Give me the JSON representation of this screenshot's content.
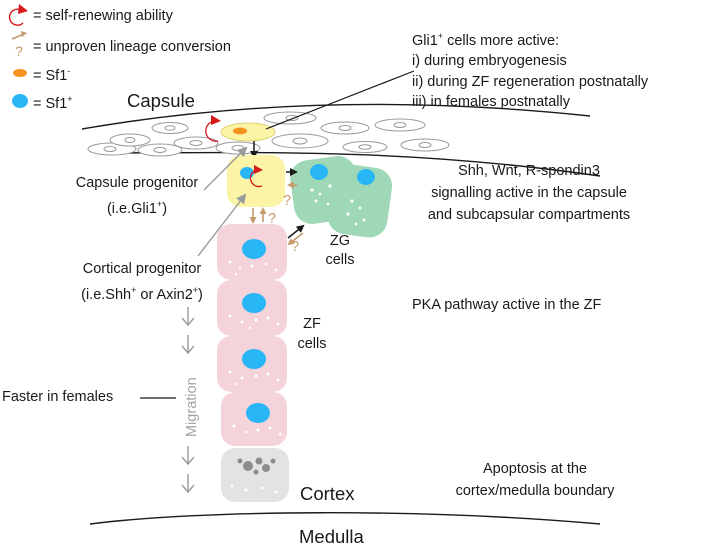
{
  "legend": {
    "self_renewing": "= self-renewing ability",
    "lineage": "= unproven lineage conversion",
    "sf1_neg": "= Sf1",
    "sf1_neg_sup": "-",
    "sf1_pos": "= Sf1",
    "sf1_pos_sup": "+"
  },
  "gli1_note": {
    "line1_pre": "Gli1",
    "line1_sup": "+",
    "line1_post": " cells more active:",
    "line2": "i) during embryogenesis",
    "line3": "ii) during ZF regeneration postnatally",
    "line4": "iii) in females postnatally"
  },
  "labels": {
    "capsule": "Capsule",
    "capsule_progenitor": "Capsule progenitor",
    "capsule_progenitor_eg_pre": "(i.e.Gli1",
    "capsule_progenitor_eg_sup": "+",
    "capsule_progenitor_eg_post": ")",
    "zg_line1": "ZG",
    "zg_line2": "cells",
    "cortical_progenitor": "Cortical progenitor",
    "cortical_eg_a": "(i.e.Shh",
    "cortical_eg_sup1": "+",
    "cortical_eg_b": " or Axin2",
    "cortical_eg_sup2": "+",
    "cortical_eg_c": ")",
    "zf_line1": "ZF",
    "zf_line2": "cells",
    "faster": "Faster in females",
    "migration": "Migration",
    "cortex": "Cortex",
    "medulla": "Medulla",
    "question": "?"
  },
  "notes": {
    "signal_line1": "Shh, Wnt, R-spondin3",
    "signal_line2": "signalling active in the capsule",
    "signal_line3": "and subcapsular compartments",
    "pka": "PKA pathway active in the ZF",
    "apoptosis_line1": "Apoptosis at the",
    "apoptosis_line2": "cortex/medulla boundary"
  },
  "colors": {
    "red_arrow": "#d7191c",
    "tan_arrow": "#c49a6c",
    "sf1_neg": "#f7941d",
    "sf1_pos": "#29b6f6",
    "progenitor_fill": "#fbf3a6",
    "zg_fill": "#9fd8b6",
    "zf_fill": "#f5d3da",
    "apoptotic_fill": "#e3e3e3",
    "grey_arrow": "#9a9a9a"
  }
}
